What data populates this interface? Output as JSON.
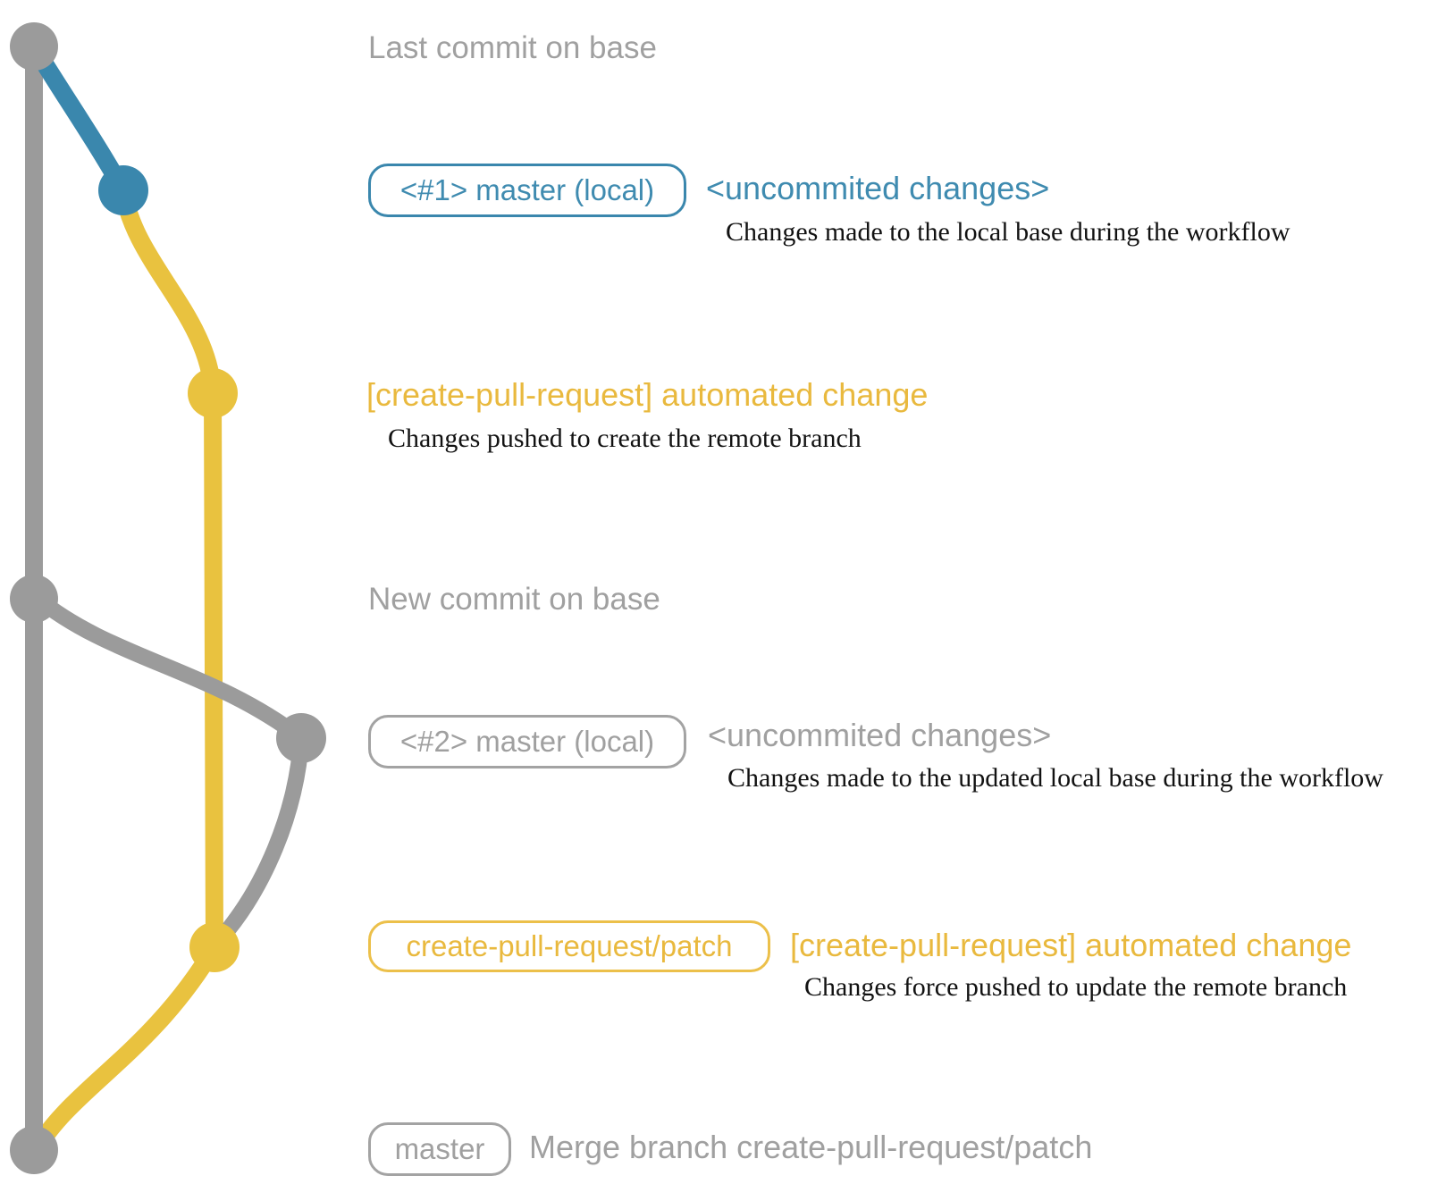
{
  "colors": {
    "gray_line": "#9b9b9b",
    "gray_text": "#a0a0a0",
    "blue": "#3a87ad",
    "blue_text": "#3f8bb0",
    "yellow": "#e9c23f",
    "yellow_text": "#e9b93e",
    "caption_black": "#121212"
  },
  "rows": {
    "last_commit": {
      "label": "Last commit on base"
    },
    "local1": {
      "badge": "<#1> master (local)",
      "title": "<uncommited changes>",
      "caption": "Changes made to the local base during the workflow"
    },
    "push1": {
      "title": "[create-pull-request] automated change",
      "caption": "Changes pushed to create the remote branch"
    },
    "new_commit": {
      "label": "New commit on base"
    },
    "local2": {
      "badge": "<#2> master (local)",
      "title": "<uncommited changes>",
      "caption": "Changes made to the updated local base during the workflow"
    },
    "push2": {
      "badge": "create-pull-request/patch",
      "title": "[create-pull-request] automated change",
      "caption": "Changes force pushed to update the remote branch"
    },
    "merge": {
      "badge": "master",
      "label": "Merge branch create-pull-request/patch"
    }
  },
  "graph": {
    "nodes": [
      {
        "name": "commit-dot-base-last",
        "branch": "base",
        "color": "gray"
      },
      {
        "name": "commit-dot-local-1",
        "branch": "master-local-1",
        "color": "blue"
      },
      {
        "name": "commit-dot-patch-1",
        "branch": "create-pull-request/patch",
        "color": "yellow"
      },
      {
        "name": "commit-dot-base-new",
        "branch": "base",
        "color": "gray"
      },
      {
        "name": "commit-dot-local-2",
        "branch": "master-local-2",
        "color": "gray"
      },
      {
        "name": "commit-dot-patch-2",
        "branch": "create-pull-request/patch",
        "color": "yellow"
      },
      {
        "name": "commit-dot-merge",
        "branch": "base",
        "color": "gray"
      }
    ]
  }
}
